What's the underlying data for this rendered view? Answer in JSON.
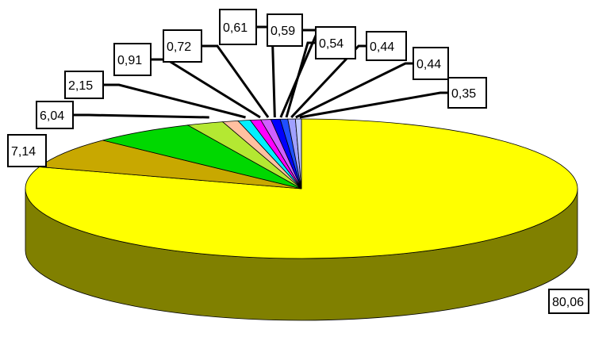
{
  "chart_data": {
    "type": "pie",
    "style": "3d-exploded-pie",
    "values": [
      80.06,
      7.14,
      6.04,
      2.15,
      0.91,
      0.72,
      0.61,
      0.59,
      0.54,
      0.44,
      0.44,
      0.35
    ],
    "labels": [
      "80,06",
      "7,14",
      "6,04",
      "2,15",
      "0,91",
      "0,72",
      "0,61",
      "0,59",
      "0,54",
      "0,44",
      "0,44",
      "0,35"
    ],
    "colors": [
      "#ffff00",
      "#c8a800",
      "#00d800",
      "#b4e832",
      "#ffc0a0",
      "#00f0ff",
      "#ff00ff",
      "#d060ff",
      "#0000ff",
      "#2050ff",
      "#a0a0ff",
      "#c0c8ff"
    ],
    "side_color_main": "#808000",
    "legend": "none"
  }
}
